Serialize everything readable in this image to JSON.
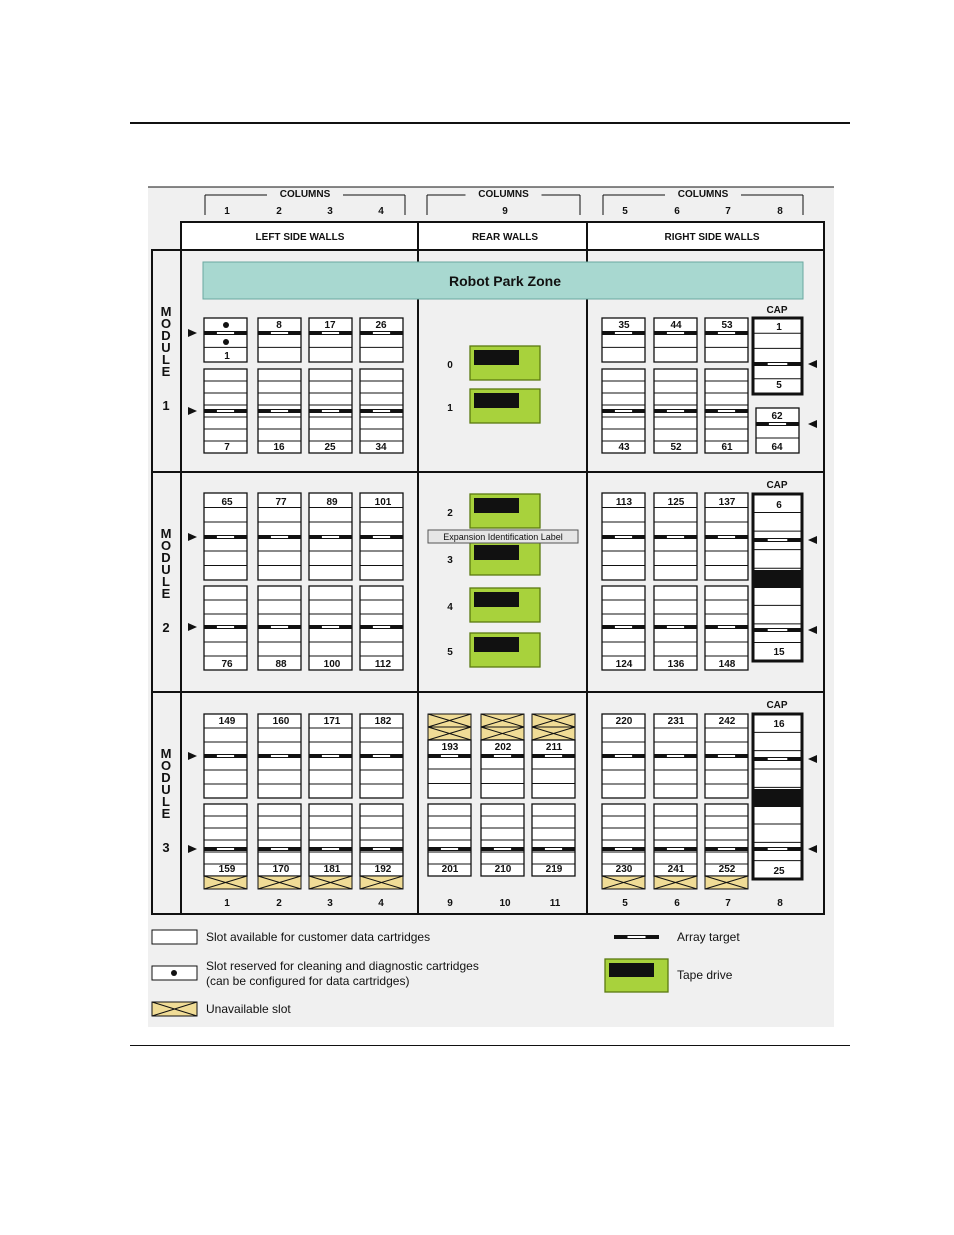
{
  "header": {
    "columns_label": "COLUMNS",
    "left_columns": [
      "1",
      "2",
      "3",
      "4"
    ],
    "rear_columns": [
      "9"
    ],
    "right_columns": [
      "5",
      "6",
      "7",
      "8"
    ],
    "bottom_columns": [
      "1",
      "2",
      "3",
      "4",
      "9",
      "10",
      "11",
      "5",
      "6",
      "7",
      "8"
    ]
  },
  "sections": {
    "left": "LEFT SIDE WALLS",
    "rear": "REAR WALLS",
    "right": "RIGHT SIDE WALLS"
  },
  "robot_park_zone": "Robot Park Zone",
  "cap_label": "CAP",
  "expansion_label": "Expansion Identification Label",
  "modules": [
    {
      "label": "MODULE 1",
      "number": "1",
      "left_slots": [
        [
          "",
          "1",
          "7"
        ],
        [
          "8",
          "",
          "16"
        ],
        [
          "17",
          "",
          "25"
        ],
        [
          "26",
          "",
          "34"
        ]
      ],
      "right_slots": [
        [
          "35",
          "43"
        ],
        [
          "44",
          "52"
        ],
        [
          "53",
          "61"
        ]
      ],
      "cap_slots": [
        "1",
        "5",
        "62",
        "64"
      ],
      "drives": [
        "0",
        "1"
      ]
    },
    {
      "label": "MODULE 2",
      "number": "2",
      "left_slots": [
        [
          "65",
          "76"
        ],
        [
          "77",
          "88"
        ],
        [
          "89",
          "100"
        ],
        [
          "101",
          "112"
        ]
      ],
      "right_slots": [
        [
          "113",
          "124"
        ],
        [
          "125",
          "136"
        ],
        [
          "137",
          "148"
        ]
      ],
      "cap_slots": [
        "6",
        "15"
      ],
      "drives": [
        "2",
        "3",
        "4",
        "5"
      ]
    },
    {
      "label": "MODULE 3",
      "number": "3",
      "left_slots": [
        [
          "149",
          "159"
        ],
        [
          "160",
          "170"
        ],
        [
          "171",
          "181"
        ],
        [
          "182",
          "192"
        ]
      ],
      "rear_slots": [
        [
          "193",
          "201"
        ],
        [
          "202",
          "210"
        ],
        [
          "211",
          "219"
        ]
      ],
      "right_slots": [
        [
          "220",
          "230"
        ],
        [
          "231",
          "241"
        ],
        [
          "242",
          "252"
        ]
      ],
      "cap_slots": [
        "16",
        "25"
      ]
    }
  ],
  "legend": {
    "available": "Slot available for customer data cartridges",
    "reserved_line1": "Slot reserved for cleaning and diagnostic cartridges",
    "reserved_line2": "(can be configured for data cartridges)",
    "unavailable": "Unavailable slot",
    "array_target": "Array target",
    "tape_drive": "Tape drive"
  },
  "colors": {
    "panel_bg": "#f0f0f0",
    "zone_fill": "#a8d8d0",
    "drive_fill": "#a8d23c",
    "unavailable_fill": "#f0dc96",
    "border": "#111111"
  }
}
